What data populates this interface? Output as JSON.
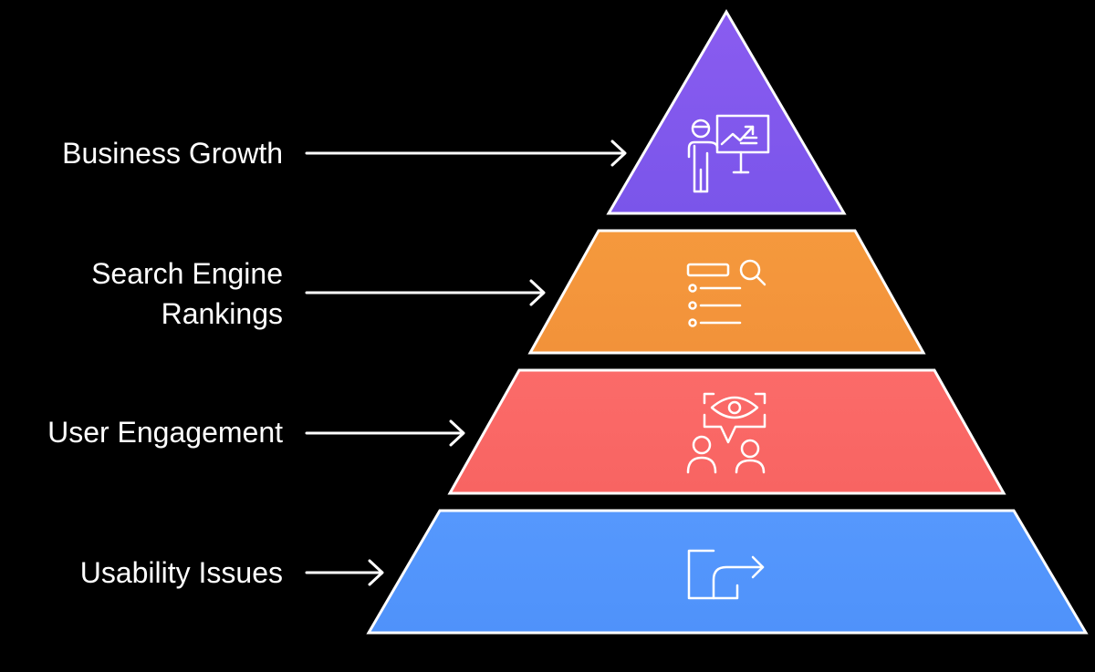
{
  "colors": {
    "background": "#000000",
    "text": "#ffffff",
    "arrow": "#ffffff",
    "icon_stroke": "#ffffff",
    "tier_border": "#ffffff"
  },
  "tiers": [
    {
      "label_lines": [
        "Business Growth"
      ],
      "icon": "presentation-growth-icon",
      "color_top": "#8a5cf0",
      "color_bottom": "#7a55ea"
    },
    {
      "label_lines": [
        "Search Engine",
        "Rankings"
      ],
      "icon": "search-list-icon",
      "color_top": "#f5993d",
      "color_bottom": "#f2923a"
    },
    {
      "label_lines": [
        "User Engagement"
      ],
      "icon": "eye-users-icon",
      "color_top": "#fb6b69",
      "color_bottom": "#f86462"
    },
    {
      "label_lines": [
        "Usability Issues"
      ],
      "icon": "redirect-arrow-icon",
      "color_top": "#5698fd",
      "color_bottom": "#4f92fa"
    }
  ]
}
